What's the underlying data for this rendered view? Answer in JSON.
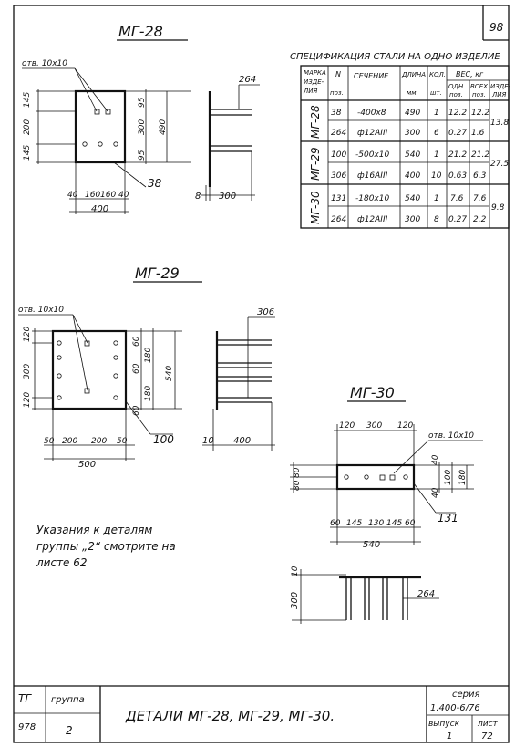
{
  "sheet_number": "98",
  "spec": {
    "title": "СПЕЦИФИКАЦИЯ СТАЛИ НА ОДНО ИЗДЕЛИЕ",
    "headers": {
      "mark": [
        "МАРКА",
        "ИЗДЕ-",
        "ЛИЯ"
      ],
      "pos": [
        "N",
        "поз."
      ],
      "section": "СЕЧЕНИЕ",
      "length": [
        "ДЛИНА",
        "мм"
      ],
      "qty": [
        "КОЛ.",
        "шт."
      ],
      "weight": "ВЕС, кг",
      "weight_one": [
        "ОДН.",
        "поз."
      ],
      "weight_all": [
        "ВСЕХ",
        "поз."
      ],
      "weight_item": [
        "ИЗДЕ-",
        "ЛИЯ"
      ]
    },
    "groups": [
      {
        "mark": "МГ-28",
        "total": "13.8",
        "rows": [
          {
            "pos": "38",
            "section": "-400х8",
            "length": "490",
            "qty": "1",
            "w_one": "12.2",
            "w_all": "12.2"
          },
          {
            "pos": "264",
            "section": "ф12АIII",
            "length": "300",
            "qty": "6",
            "w_one": "0.27",
            "w_all": "1.6"
          }
        ]
      },
      {
        "mark": "МГ-29",
        "total": "27.5",
        "rows": [
          {
            "pos": "100",
            "section": "-500х10",
            "length": "540",
            "qty": "1",
            "w_one": "21.2",
            "w_all": "21.2"
          },
          {
            "pos": "306",
            "section": "ф16АIII",
            "length": "400",
            "qty": "10",
            "w_one": "0.63",
            "w_all": "6.3"
          }
        ]
      },
      {
        "mark": "МГ-30",
        "total": "9.8",
        "rows": [
          {
            "pos": "131",
            "section": "-180х10",
            "length": "540",
            "qty": "1",
            "w_one": "7.6",
            "w_all": "7.6"
          },
          {
            "pos": "264",
            "section": "ф12АIII",
            "length": "300",
            "qty": "8",
            "w_one": "0.27",
            "w_all": "2.2"
          }
        ]
      }
    ]
  },
  "mg28": {
    "title": "МГ-28",
    "hole_label": "отв. 10х10",
    "dims_left": [
      "145",
      "200",
      "145"
    ],
    "dims_right_inner": [
      "95",
      "300",
      "95"
    ],
    "dim_right_total": "490",
    "pos_plate": "38",
    "dims_bottom": [
      "40",
      "160",
      "160",
      "40"
    ],
    "dim_bottom_total": "400",
    "side_pos": "264",
    "side_thick": "8",
    "side_len": "300"
  },
  "mg29": {
    "title": "МГ-29",
    "hole_label": "отв. 10х10",
    "dims_left": [
      "120",
      "300",
      "120"
    ],
    "dims_right_inner": [
      "60",
      "180",
      "60",
      "180",
      "60"
    ],
    "dim_right_total": "540",
    "pos_plate": "100",
    "dims_bottom": [
      "50",
      "200",
      "200",
      "50"
    ],
    "dim_bottom_total": "500",
    "side_pos": "306",
    "side_thick": "10",
    "side_len": "400"
  },
  "mg30": {
    "title": "МГ-30",
    "hole_label": "отв. 10х10",
    "dims_top": [
      "120",
      "300",
      "120"
    ],
    "dims_left": [
      "80",
      "80"
    ],
    "dims_right_inner": [
      "40",
      "100",
      "40"
    ],
    "dim_right_total": "180",
    "pos_plate": "131",
    "dims_bottom": [
      "60",
      "145",
      "130",
      "145",
      "60"
    ],
    "dim_bottom_total": "540",
    "side_thick": "10",
    "side_len": "300",
    "side_pos": "264"
  },
  "note": [
    "Указания к деталям",
    "группы „2“ смотрите на",
    "листе 62"
  ],
  "title_block": {
    "left_top": "ТГ",
    "group_label": "группа",
    "group_value": "2",
    "code": "978",
    "title": "ДЕТАЛИ МГ-28, МГ-29, МГ-30.",
    "series_label": "серия",
    "series_value": "1.400-6/76",
    "issue_label": "выпуск",
    "issue_value": "1",
    "sheet_label": "лист",
    "sheet_value": "72"
  }
}
